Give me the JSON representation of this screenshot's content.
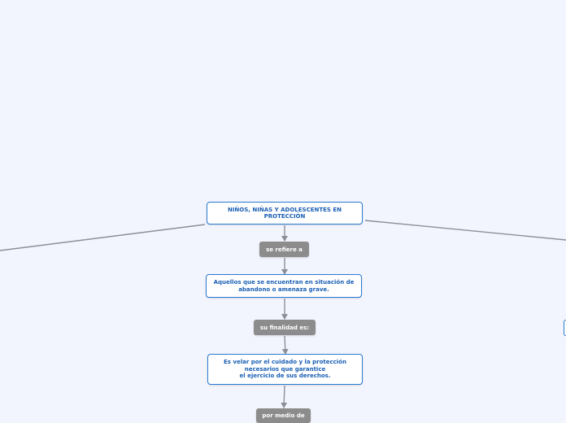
{
  "colors": {
    "background": "#f3f5fe",
    "node_border": "#2a7ad0",
    "node_text": "#1a5fb4",
    "link_label_bg": "#8c8c8c",
    "connector": "#8a8f99"
  },
  "diagram": {
    "root": {
      "text": "NIÑOS, NIÑAS Y ADOLESCENTES EN\nPROTECCIÓN"
    },
    "label_refiere": {
      "text": "se refiere a"
    },
    "node_aquellos": {
      "text": "Aquellos que se encuentran en situación de\nabandono o amenaza grave."
    },
    "label_finalidad": {
      "text": "su finalidad es:"
    },
    "node_velar": {
      "text": "Es velar por el cuidado y la protección\nnecesarios que garantice\nel ejercicio de sus derechos."
    },
    "label_medio": {
      "text": "por medio de"
    }
  }
}
